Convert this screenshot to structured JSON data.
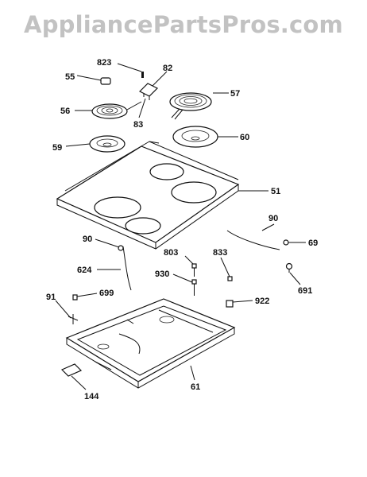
{
  "watermark": "AppliancePartsPros.com",
  "labels": {
    "p823": "823",
    "p82": "82",
    "p55": "55",
    "p57": "57",
    "p56": "56",
    "p83": "83",
    "p59": "59",
    "p60": "60",
    "p51": "51",
    "p90a": "90",
    "p90b": "90",
    "p69": "69",
    "p803": "803",
    "p833": "833",
    "p624": "624",
    "p930": "930",
    "p691": "691",
    "p91": "91",
    "p699": "699",
    "p922": "922",
    "p61": "61",
    "p144": "144"
  }
}
